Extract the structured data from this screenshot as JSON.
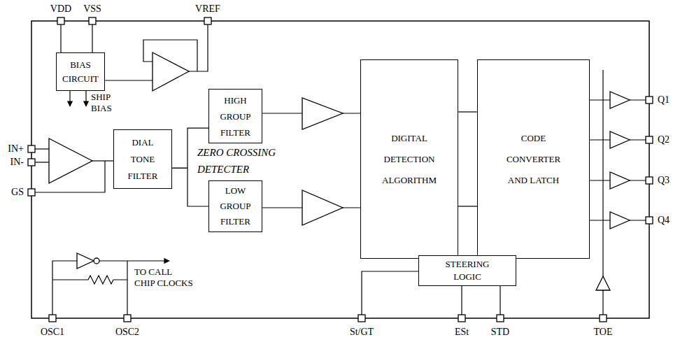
{
  "diagram": {
    "nodes": [
      {
        "text": [
          "BIAS CIRCUIT"
        ]
      },
      {
        "text": [
          "HIGH GROUP FILTER"
        ]
      },
      {
        "text": [
          "DIAL TONE FILTER"
        ]
      },
      {
        "text": [
          "LOW GROUP FILTER"
        ]
      },
      {
        "text": [
          "DIGITAL DETECTION ALGORITHM"
        ]
      },
      {
        "text": [
          "CODE CONVERTER AND LATCH"
        ]
      },
      {
        "text": [
          "STEERING LOGIC"
        ]
      }
    ],
    "edges": [
      {
        "from": 2,
        "to": 1,
        "arrow": "none"
      },
      {
        "from": 2,
        "to": 3,
        "arrow": "none"
      },
      {
        "from": 1,
        "to": 4,
        "arrow": "none"
      },
      {
        "from": 3,
        "to": 4,
        "arrow": "none"
      },
      {
        "from": 4,
        "to": 5,
        "arrow": "none"
      },
      {
        "from": 4,
        "to": 5,
        "arrow": "none"
      }
    ],
    "labels": [
      "VDD",
      "VSS",
      "VREF",
      "SHIP BIAS",
      "IN+",
      "IN-",
      "GS",
      "ZERO CROSSING DETECTER",
      "TO CALL CHIP CLOCKS",
      "OSC1",
      "OSC2",
      "St/GT",
      "ESt",
      "STD",
      "TOE",
      "Q1",
      "Q2",
      "Q3",
      "Q4"
    ]
  }
}
